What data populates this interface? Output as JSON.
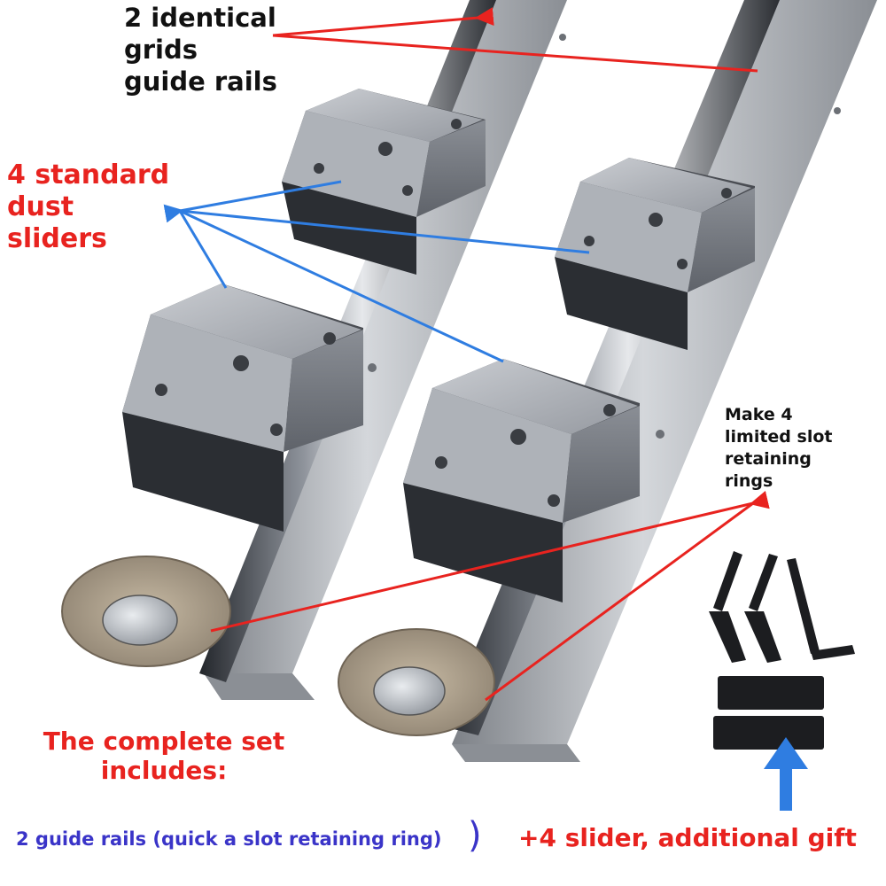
{
  "labels": {
    "rails": [
      "2 identical",
      "grids",
      "guide rails"
    ],
    "sliders": [
      "4 standard",
      "dust",
      "sliders"
    ],
    "rings": [
      "Make 4",
      "limited slot",
      "retaining",
      "rings"
    ],
    "set": "The complete set includes:",
    "included": "2 guide rails (quick a slot retaining ring)",
    "paren": ")",
    "gift": "+4 slider, additional gift"
  },
  "colors": {
    "annotation_red": "#e8231f",
    "annotation_blue": "#2f7de1",
    "included_text": "#3a34c8",
    "rail_metal": "#9ea2a8",
    "slider_metal": "#b9bcc1",
    "shaft": "#3c4048"
  }
}
